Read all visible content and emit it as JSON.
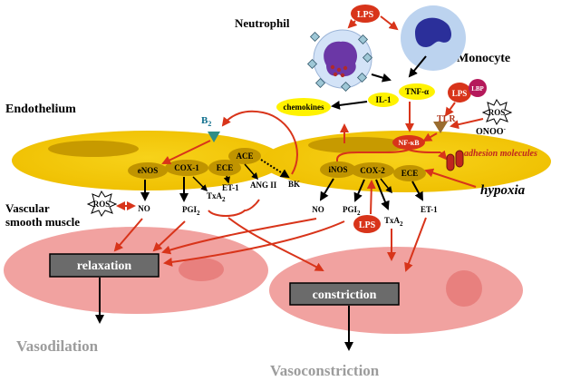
{
  "cells": {
    "neutrophil": "Neutrophil",
    "monocyte": "Monocyte",
    "endothelium": "Endothelium",
    "vsm_line1": "Vascular",
    "vsm_line2": "smooth muscle"
  },
  "stimuli": {
    "lps_top": "LPS",
    "lps_right": "LPS",
    "lbp": "LBP",
    "lps_bottom": "LPS",
    "ros_left": "ROS",
    "ros_right": "ROS",
    "onoo": "ONOO",
    "onoo_sup": "-",
    "hypoxia": "hypoxia"
  },
  "mediators": {
    "tnf": "TNF-α",
    "il1": "IL-1",
    "chemokines": "chemokines",
    "tlr": "TLR",
    "nfkb": "NF-κB",
    "adhesion": "adhesion  molecules",
    "b2": "B",
    "b2_sub": "2"
  },
  "left_cell": {
    "enos": "eNOS",
    "cox1": "COX-1",
    "ece": "ECE",
    "ace": "ACE",
    "no": "NO",
    "pgi": "PGI",
    "pgi_sub": "2",
    "txa": "TxA",
    "txa_sub": "2",
    "et1": "ET-1",
    "ang": "ANG II",
    "bk": "BK"
  },
  "right_cell": {
    "inos": "iNOS",
    "cox2": "COX-2",
    "ece": "ECE",
    "no": "NO",
    "pgi": "PGI",
    "pgi_sub": "2",
    "txa": "TxA",
    "txa_sub": "2",
    "et1": "ET-1"
  },
  "outcomes": {
    "relaxation": "relaxation",
    "constriction": "constriction",
    "vasodilation": "Vasodilation",
    "vasoconstriction": "Vasoconstriction"
  },
  "colors": {
    "endothelium_yellow": "#f3c500",
    "enzyme_olive": "#c09400",
    "arrow_red": "#d8341a",
    "smooth_muscle_pink": "#f1a2a0",
    "outcome_box": "#6b6b6b",
    "result_gray": "#9c9c9c",
    "lps_red": "#d8341a"
  }
}
